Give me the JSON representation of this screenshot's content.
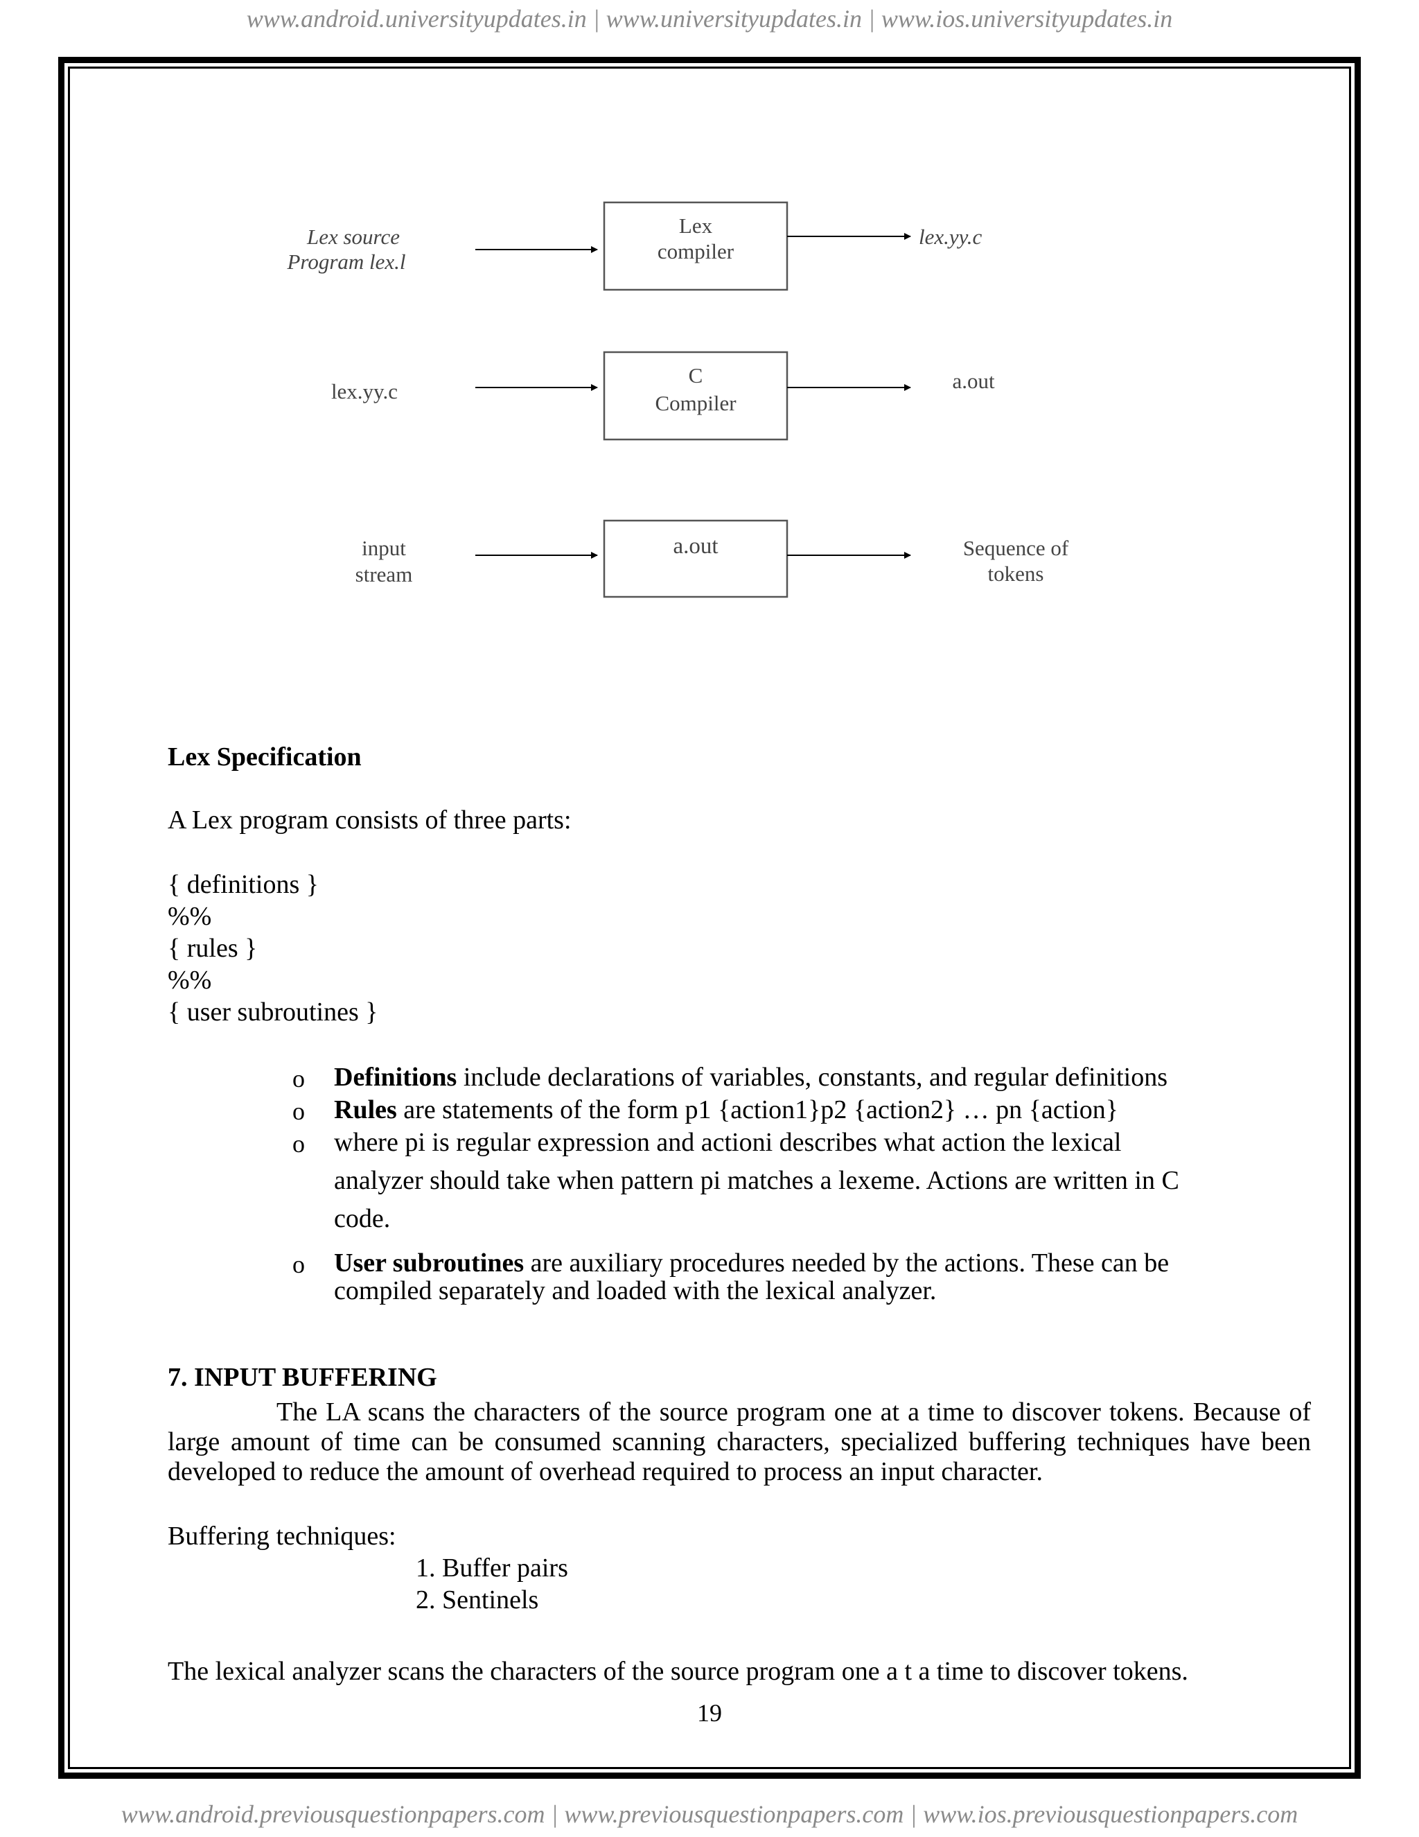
{
  "header": {
    "url_line": "www.android.universityupdates.in | www.universityupdates.in | www.ios.universityupdates.in"
  },
  "diagram": {
    "rows": [
      {
        "input_line1": "Lex source",
        "input_line2": "Program lex.l",
        "box_line1": "Lex",
        "box_line2": "compiler",
        "output": "lex.yy.c"
      },
      {
        "input_line1": "lex.yy.c",
        "box_line1": "C",
        "box_line2": "Compiler",
        "output": "a.out"
      },
      {
        "input_line1": "input",
        "input_line2": "stream",
        "box_line1": "a.out",
        "output_line1": "Sequence of",
        "output_line2": "tokens"
      }
    ]
  },
  "lex_spec": {
    "heading": "Lex Specification",
    "intro": "A Lex program consists of three parts:",
    "structure": [
      "{ definitions }",
      "%%",
      "{ rules }",
      "%%",
      "{ user subroutines  }"
    ],
    "bullet_symbol": "o",
    "bullets": {
      "definitions_term": "Definitions",
      "definitions_text": " include declarations of variables, constants, and regular definitions",
      "rules_term": "Rules",
      "rules_text": " are statements of the form p1 {action1}p2 {action2} … pn  {action}",
      "where_line1": "where pi is regular expression and actioni describes what action the lexical",
      "where_line2": "analyzer should take when pattern pi matches a lexeme. Actions are written in C",
      "where_line3": "code.",
      "subroutines_term": "User subroutines",
      "subroutines_text": " are auxiliary procedures needed by the actions. These can be",
      "subroutines_line2": "compiled separately and loaded with the lexical analyzer."
    }
  },
  "input_buffering": {
    "heading": "7. INPUT BUFFERING",
    "paragraph": "The LA scans the characters of the source program one at a time to discover tokens. Because of large amount of time can be consumed scanning characters, specialized buffering techniques have been developed to reduce the amount of overhead required to process an input character.",
    "techniques_label": "Buffering techniques:",
    "techniques": [
      "1. Buffer pairs",
      "2. Sentinels"
    ],
    "closing": "The lexical analyzer scans the characters of the source program one a t a time to discover tokens."
  },
  "page_number": "19",
  "footer": {
    "url_line": "www.android.previousquestionpapers.com | www.previousquestionpapers.com | www.ios.previousquestionpapers.com"
  }
}
